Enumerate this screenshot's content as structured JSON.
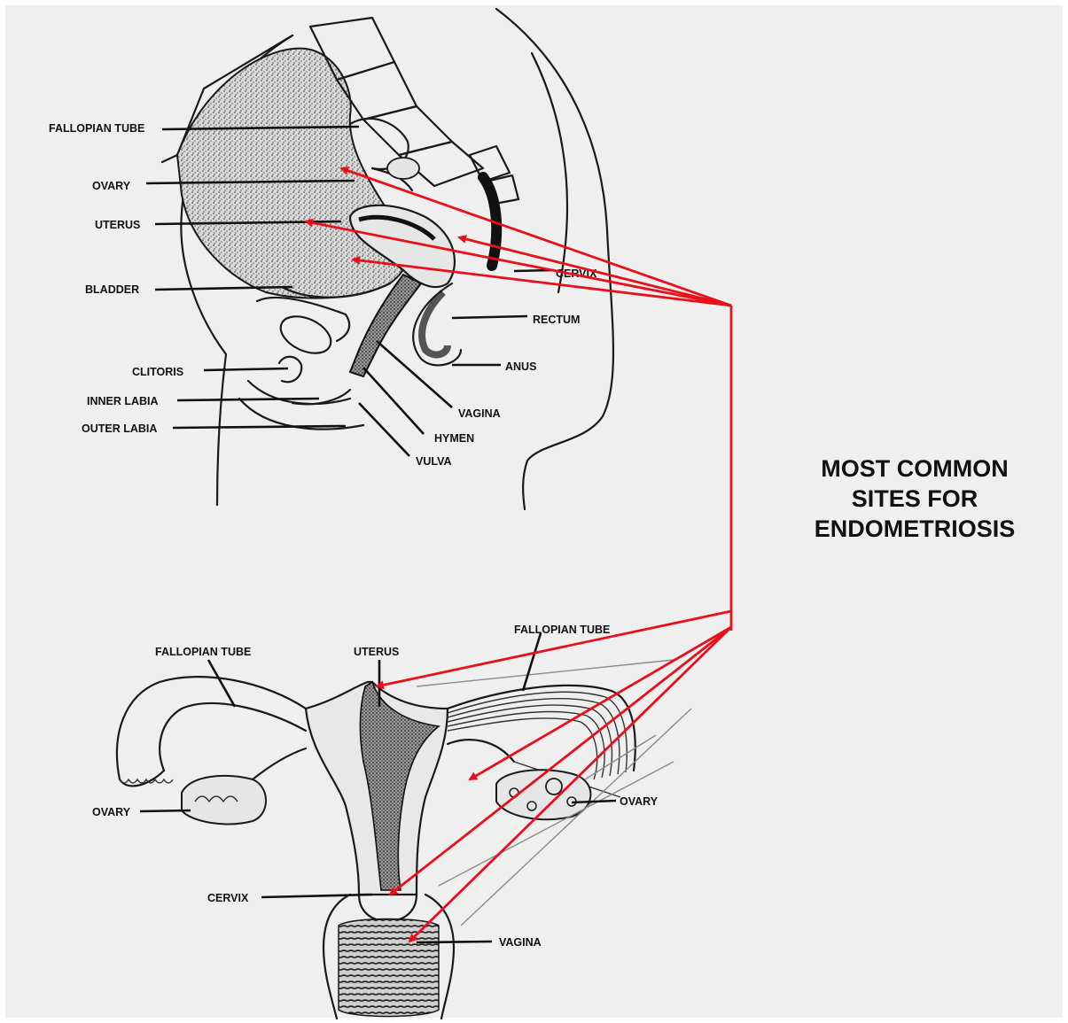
{
  "title": {
    "line1": "MOST COMMON",
    "line2": "SITES FOR",
    "line3": "ENDOMETRIOSIS"
  },
  "side_view": {
    "labels": {
      "fallopian_tube": "FALLOPIAN TUBE",
      "ovary": "OVARY",
      "uterus": "UTERUS",
      "bladder": "BLADDER",
      "clitoris": "CLITORIS",
      "inner_labia": "INNER LABIA",
      "outer_labia": "OUTER LABIA",
      "cervix": "CERVIX",
      "rectum": "RECTUM",
      "anus": "ANUS",
      "vagina": "VAGINA",
      "hymen": "HYMEN",
      "vulva": "VULVA"
    }
  },
  "front_view": {
    "labels": {
      "fallopian_tube_left": "FALLOPIAN TUBE",
      "uterus": "UTERUS",
      "fallopian_tube_right": "FALLOPIAN TUBE",
      "ovary_left": "OVARY",
      "ovary_right": "OVARY",
      "cervix": "CERVIX",
      "vagina": "VAGINA"
    }
  },
  "colors": {
    "background": "#efefef",
    "arrows": "#e8101a",
    "ink": "#111111"
  }
}
